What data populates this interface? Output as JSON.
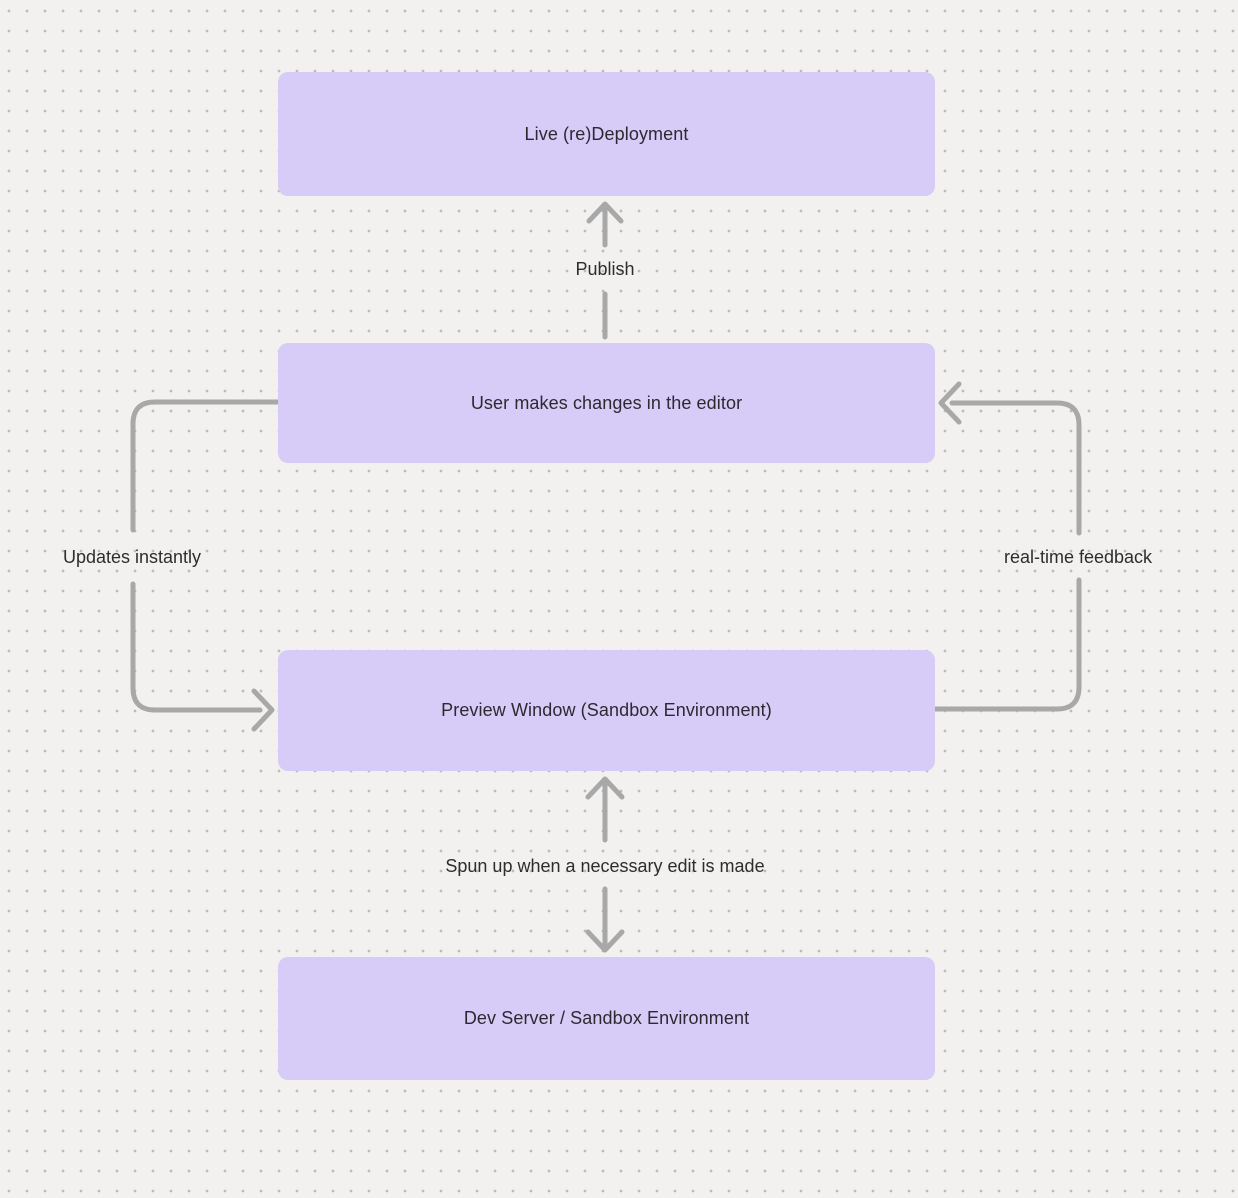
{
  "canvas": {
    "background_color": "#f2f1ef",
    "dot_grid_color": "#bdbab7"
  },
  "theme": {
    "node_fill_color": "#d7cbf7",
    "node_text_color": "#2b2a30",
    "connector_color": "#a8a8a8",
    "connector_label_color": "#2d2d2d"
  },
  "nodes": [
    {
      "id": "live-redeployment",
      "label": "Live (re)Deployment"
    },
    {
      "id": "user-editor",
      "label": "User makes changes in the editor"
    },
    {
      "id": "preview-window",
      "label": "Preview Window (Sandbox Environment)"
    },
    {
      "id": "dev-server",
      "label": "Dev Server / Sandbox Environment"
    }
  ],
  "connectors": [
    {
      "id": "publish",
      "label": "Publish",
      "from": "user-editor",
      "to": "live-redeployment",
      "bidirectional": false
    },
    {
      "id": "updates-instantly",
      "label": "Updates instantly",
      "from": "user-editor",
      "to": "preview-window",
      "bidirectional": false
    },
    {
      "id": "real-time-feedback",
      "label": "real-time feedback",
      "from": "preview-window",
      "to": "user-editor",
      "bidirectional": false
    },
    {
      "id": "spun-up",
      "label": "Spun up when a necessary edit is made",
      "from": "preview-window",
      "to": "dev-server",
      "bidirectional": true
    }
  ]
}
